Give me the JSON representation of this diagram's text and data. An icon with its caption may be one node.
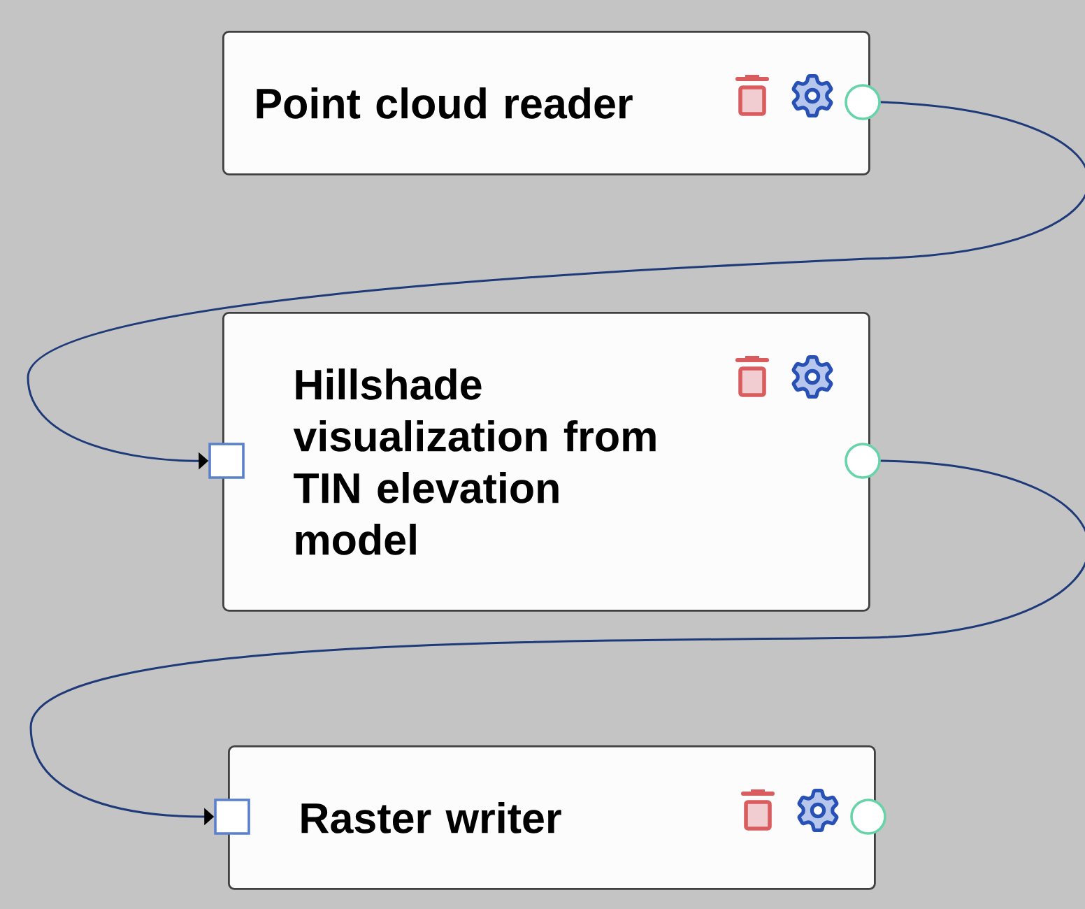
{
  "diagram": {
    "nodes": [
      {
        "text": [
          "Point cloud reader"
        ]
      },
      {
        "text": [],
        "shape": "circle"
      },
      {
        "text": [
          "Hillshade visualization from TIN elevation model"
        ]
      },
      {
        "text": [],
        "shape": "box"
      },
      {
        "text": [],
        "shape": "circle"
      },
      {
        "text": [
          "Raster writer"
        ]
      },
      {
        "text": [],
        "shape": "box"
      },
      {
        "text": [],
        "shape": "circle"
      }
    ],
    "edges": [
      {
        "from": 1,
        "to": 3,
        "arrow": "to"
      },
      {
        "from": 4,
        "to": 6,
        "arrow": "to"
      }
    ]
  }
}
